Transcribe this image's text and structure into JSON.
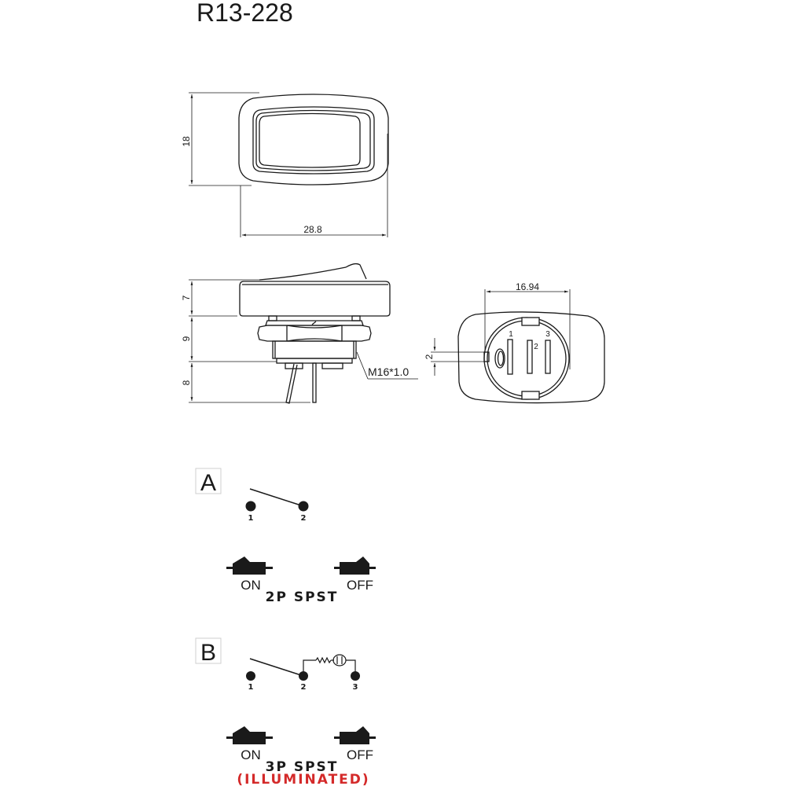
{
  "title": "R13-228",
  "top_view": {
    "height_dim": "18",
    "width_dim": "28.8"
  },
  "side_view": {
    "dims": [
      "7",
      "9",
      "8"
    ],
    "thread_label": "M16*1.0"
  },
  "rear_view": {
    "width_dim": "16.94",
    "small_dim": "2",
    "terminals": [
      "1",
      "2",
      "3"
    ]
  },
  "schematic_a": {
    "label": "A",
    "terminals": [
      "1",
      "2"
    ],
    "on_label": "ON",
    "off_label": "OFF",
    "type": "2P SPST"
  },
  "schematic_b": {
    "label": "B",
    "terminals": [
      "1",
      "2",
      "3"
    ],
    "on_label": "ON",
    "off_label": "OFF",
    "type": "3P SPST",
    "note": "(ILLUMINATED)",
    "note_color": "#d42a2a"
  }
}
